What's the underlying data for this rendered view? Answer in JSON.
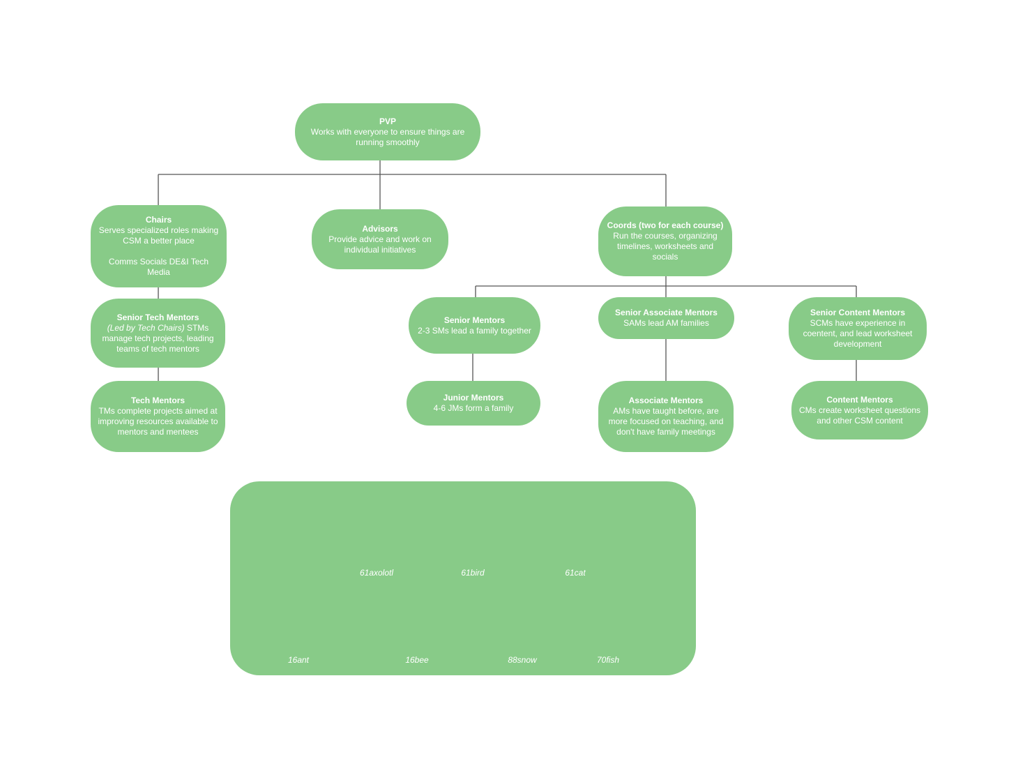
{
  "nodes": {
    "pvp": {
      "title": "PVP",
      "desc": "Works with everyone to ensure things are running smoothly"
    },
    "chairs": {
      "title": "Chairs",
      "desc": "Serves specialized roles making CSM a better place\n\nComms  Socials DE&I Tech Media"
    },
    "advisors": {
      "title": "Advisors",
      "desc": "Provide advice and work on individual initiatives"
    },
    "coords": {
      "title": "Coords (two for each course)",
      "desc": "Run the courses, organizing timelines, worksheets and socials"
    },
    "stm": {
      "title": "Senior Tech Mentors",
      "desc_em": "(Led by Tech Chairs)",
      "desc": " STMs manage tech projects, leading teams of tech mentors"
    },
    "tm": {
      "title": "Tech Mentors",
      "desc": "TMs complete projects aimed at improving resources available to mentors and mentees"
    },
    "sm": {
      "title": "Senior Mentors",
      "desc": "2-3 SMs lead a family together"
    },
    "jm": {
      "title": "Junior Mentors",
      "desc": "4-6 JMs form a family"
    },
    "sam": {
      "title": "Senior Associate Mentors",
      "desc": "SAMs lead AM families"
    },
    "am": {
      "title": "Associate Mentors",
      "desc": "AMs have taught before, are more focused on teaching, and don't have family meetings"
    },
    "scm": {
      "title": "Senior Content Mentors",
      "desc": "SCMs have experience in coentent, and lead worksheet development"
    },
    "cm": {
      "title": "Content Mentors",
      "desc": "CMs create worksheet questions and other CSM content"
    }
  },
  "legend": [
    {
      "icon": "axolotl-icon",
      "label": "61axolotl"
    },
    {
      "icon": "bird-icon",
      "label": "61bird"
    },
    {
      "icon": "cat-icon",
      "label": "61cat"
    },
    {
      "icon": "ant-icon",
      "label": "16ant"
    },
    {
      "icon": "bee-icon",
      "label": "16bee"
    },
    {
      "icon": "snow-icon",
      "label": "88snow"
    },
    {
      "icon": "fish-icon",
      "label": "70fish"
    }
  ],
  "colors": {
    "node": "#88cb88",
    "line": "#555555",
    "axolotl": "#e4a6dc",
    "bird": "#fff3b8",
    "cat": "#8a8a8a",
    "ant": "#6c74b4",
    "bee": "#f7e83c",
    "snow": "#b2e0ea",
    "fish": "#e0a030",
    "leaf": "#58b85a"
  }
}
